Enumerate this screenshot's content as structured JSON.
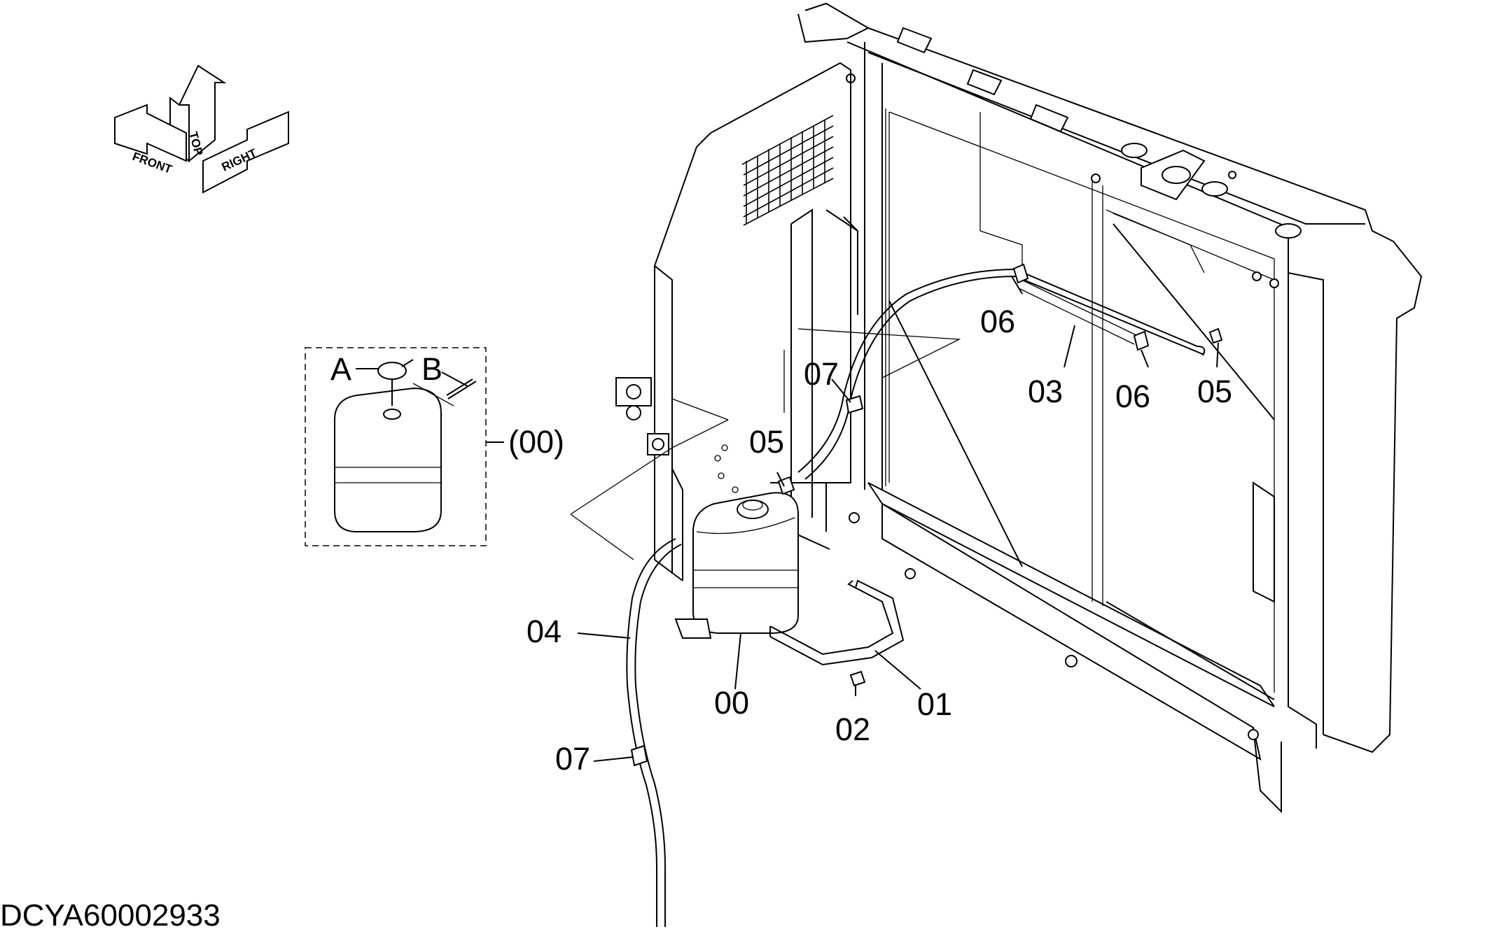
{
  "diagram": {
    "drawing_code": "DCYA60002933",
    "orientation": {
      "front": "FRONT",
      "top": "TOP",
      "right": "RIGHT"
    },
    "inset": {
      "callout": "(00)",
      "sub_labels": {
        "a": "A",
        "b": "B"
      }
    },
    "part_labels": {
      "p00": "00",
      "p01": "01",
      "p02": "02",
      "p03": "03",
      "p04": "04",
      "p05a": "05",
      "p05b": "05",
      "p06a": "06",
      "p06b": "06",
      "p07a": "07",
      "p07b": "07"
    }
  }
}
